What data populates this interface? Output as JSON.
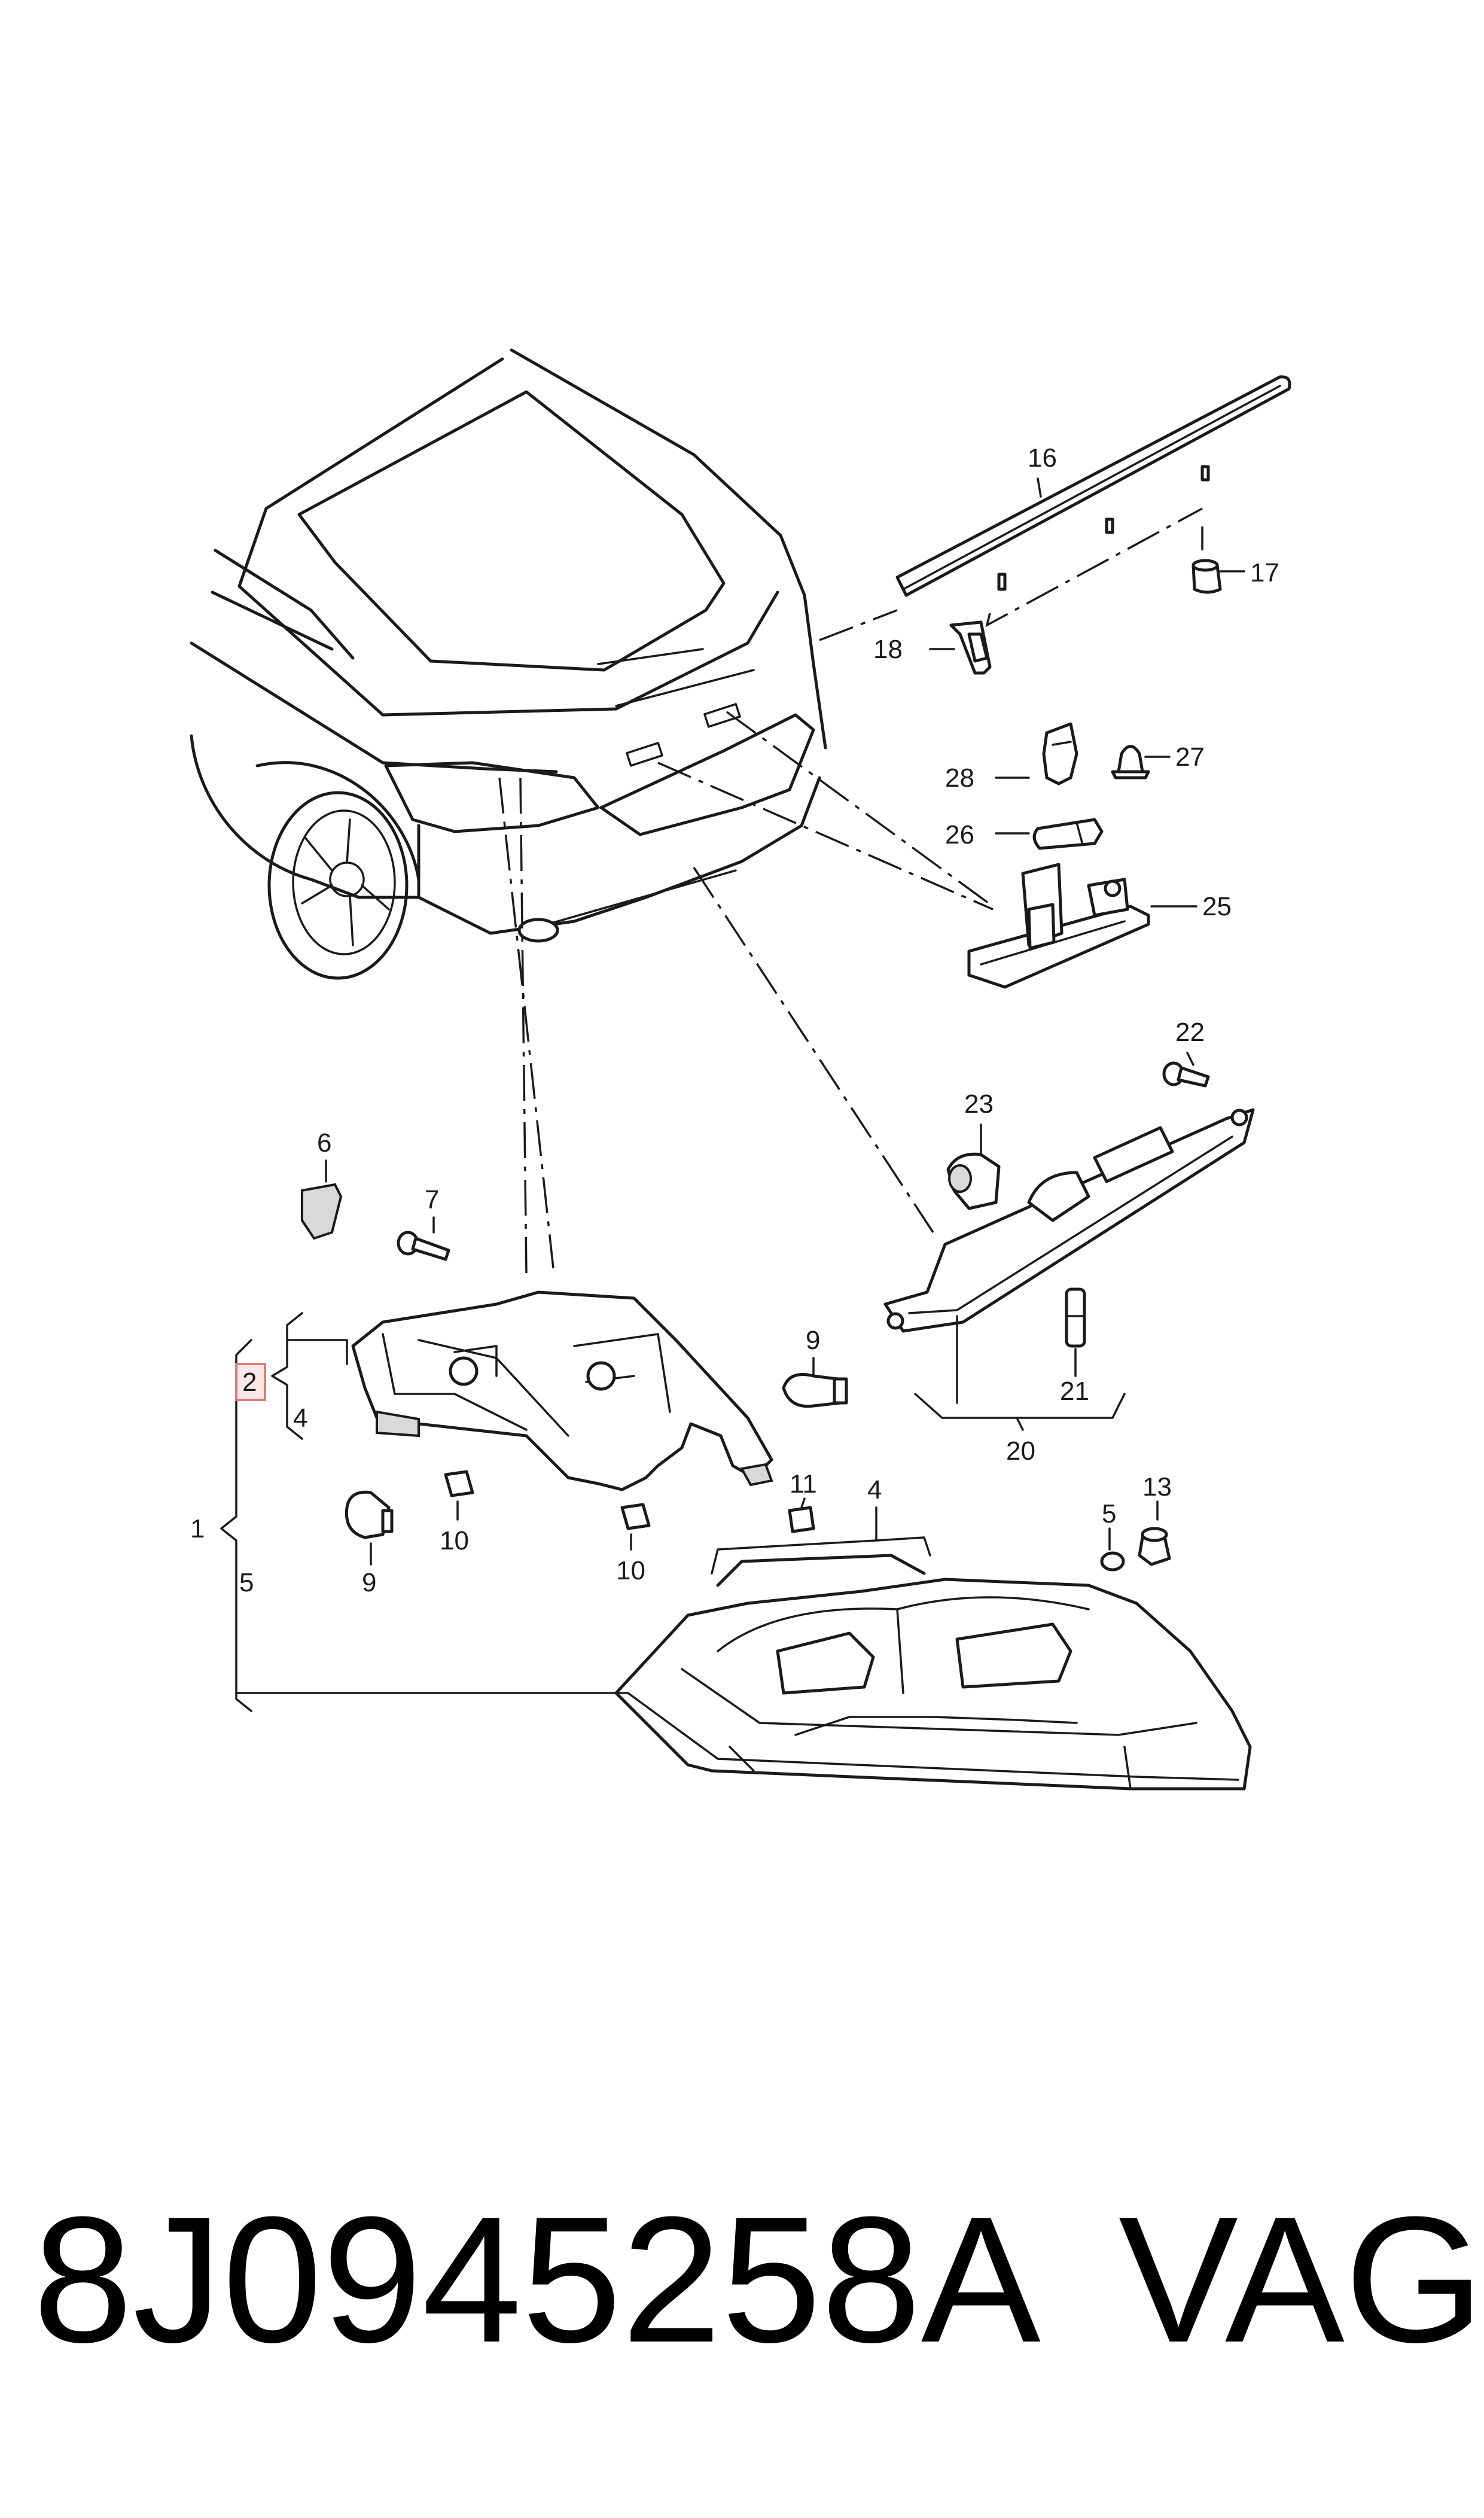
{
  "labels": {
    "l1": "1",
    "l2": "2",
    "l4a": "4",
    "l4b": "4",
    "l5a": "5",
    "l5b": "5",
    "l6": "6",
    "l7": "7",
    "l9a": "9",
    "l9b": "9",
    "l10a": "10",
    "l10b": "10",
    "l11": "11",
    "l13": "13",
    "l16": "16",
    "l17": "17",
    "l18": "18",
    "l20": "20",
    "l21": "21",
    "l22": "22",
    "l23": "23",
    "l25": "25",
    "l26": "26",
    "l27": "27",
    "l28": "28"
  },
  "footer": {
    "part_number": "8J0945258A",
    "brand": "VAG"
  },
  "colors": {
    "highlight_box": "#e07a7a",
    "line": "#1a1a1a"
  }
}
